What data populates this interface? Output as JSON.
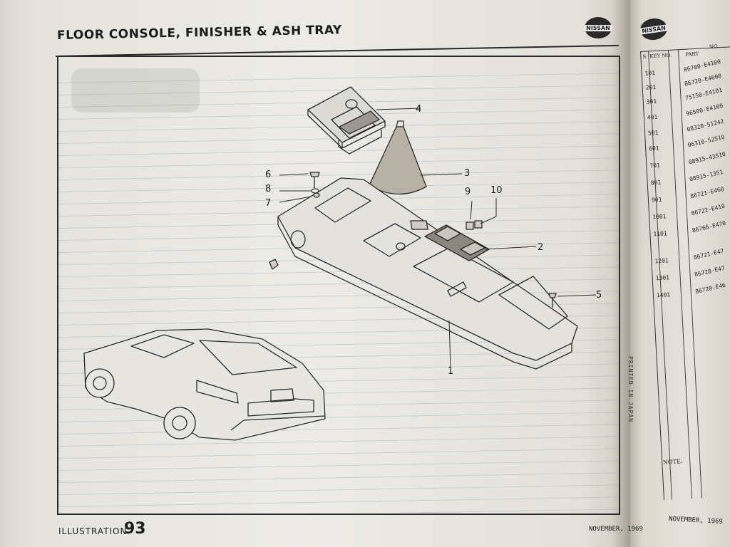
{
  "header": {
    "title": "FLOOR CONSOLE, FINISHER & ASH TRAY",
    "brand_left": "NISSAN",
    "brand_right": "NISSAN"
  },
  "diagram": {
    "callouts": [
      "1",
      "2",
      "3",
      "4",
      "5",
      "6",
      "7",
      "8",
      "9",
      "10"
    ]
  },
  "footer": {
    "label": "ILLUSTRATION",
    "number": "93",
    "date": "NOVEMBER, 1969"
  },
  "right_page": {
    "headers": {
      "s": "S",
      "key_no": "KEY NO.",
      "part": "PART",
      "no": "NO."
    },
    "rows": [
      {
        "key": "101",
        "part": "86700-E4100"
      },
      {
        "key": "201",
        "part": "86720-E4600"
      },
      {
        "key": "301",
        "part": "75150-E4101"
      },
      {
        "key": "401",
        "part": "96500-E4100"
      },
      {
        "key": "501",
        "part": "08320-51242"
      },
      {
        "key": "601",
        "part": "06310-52510"
      },
      {
        "key": "701",
        "part": "08915-43510"
      },
      {
        "key": "801",
        "part": "08915-1351"
      },
      {
        "key": "901",
        "part": "86721-E460"
      },
      {
        "key": "1001",
        "part": "86722-E410"
      },
      {
        "key": "1101",
        "part": "86766-E470"
      },
      {
        "key": "1201",
        "part": "86721-E47"
      },
      {
        "key": "1301",
        "part": "86728-E47"
      },
      {
        "key": "1401",
        "part": "86720-E46"
      }
    ],
    "note_label": "NOTE:",
    "footer_date": "NOVEMBER, 1969",
    "vertical_stamp": "PRINTED IN JAPAN"
  }
}
